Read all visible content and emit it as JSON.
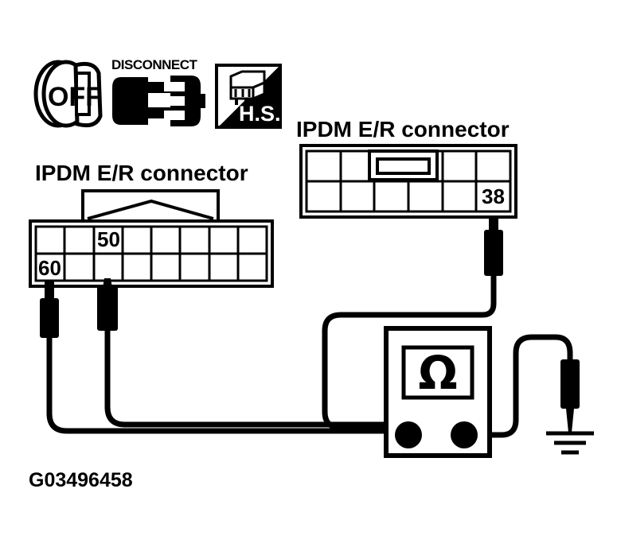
{
  "page": {
    "caption": "G03496458",
    "background_color": "#ffffff",
    "ink_color": "#000000"
  },
  "header_icons": [
    {
      "name": "ignition-off-icon",
      "label": "OFF",
      "description": "ignition key knob set to OFF"
    },
    {
      "name": "disconnect-icon",
      "label": "DISCONNECT",
      "description": "connector plug separated from socket"
    },
    {
      "name": "harness-side-icon",
      "label": "H.S.",
      "description": "harness side connector view, diagonal split box"
    }
  ],
  "connectors": [
    {
      "id": "left",
      "title": "IPDM E/R connector",
      "rows": 2,
      "columns": 8,
      "pins": [
        {
          "label": "50",
          "row": 1,
          "column": 3
        },
        {
          "label": "60",
          "row": 2,
          "column": 1
        }
      ]
    },
    {
      "id": "right",
      "title": "IPDM E/R connector",
      "rows": 2,
      "columns": 6,
      "pins": [
        {
          "label": "38",
          "row": 2,
          "column": 6
        }
      ]
    }
  ],
  "meter": {
    "name": "ohmmeter",
    "display_symbol": "Ω",
    "terminal_count": 2,
    "terminals": [
      "left-terminal",
      "right-terminal"
    ]
  },
  "ground": {
    "name": "ground-symbol",
    "bars": 3
  },
  "probes": [
    {
      "name": "probe-pin-60",
      "connected_to": "60"
    },
    {
      "name": "probe-pin-50",
      "connected_to": "50"
    },
    {
      "name": "probe-pin-38",
      "connected_to": "38"
    },
    {
      "name": "probe-ground",
      "connected_to": "ground"
    }
  ]
}
